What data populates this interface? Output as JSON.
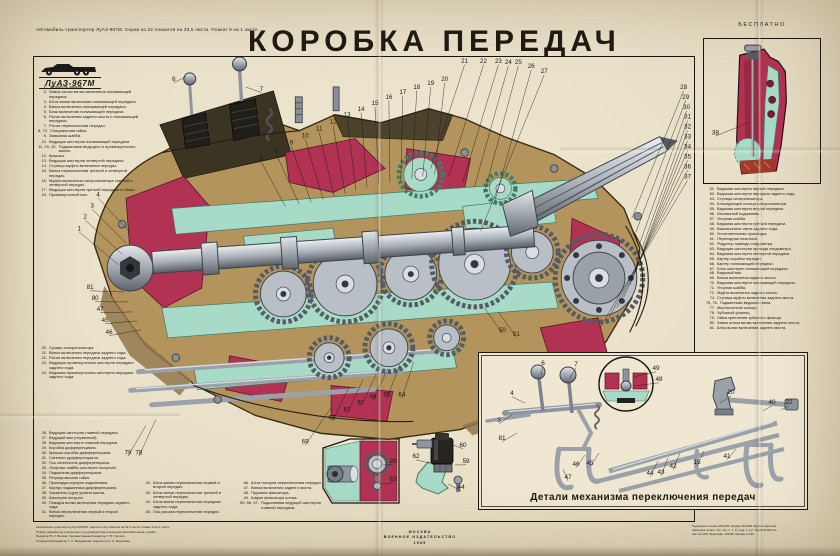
{
  "page": {
    "header_left": "Автомобиль-транспортер ЛуАЗ-967М. Серия из 22 плакатов на 33,5 листа. Плакат 9 на 1 листе.",
    "free_label": "БЕСПЛАТНО",
    "title": "КОРОБКА ПЕРЕДАЧ",
    "logo_label": "ЛуАЗ-967М"
  },
  "insets": {
    "detail_caption": "Детали механизма переключения передач"
  },
  "lists": {
    "left1": [
      {
        "n": "1.",
        "t": "Толкатель замков."
      },
      {
        "n": "2.",
        "t": "Замок штока вилки включения понижающей передачи."
      },
      {
        "n": "3.",
        "t": "Шток вилки включения понижающей передачи."
      },
      {
        "n": "4.",
        "t": "Вилка включения понижающей передачи."
      },
      {
        "n": "5.",
        "t": "Блок включения понижающей передачи."
      },
      {
        "n": "6.",
        "t": "Рычаг включения заднего моста и понижающей передачи."
      },
      {
        "n": "7.",
        "t": "Рычаг переключения передач."
      },
      {
        "n": "8, 73.",
        "t": "Специальная гайка."
      },
      {
        "n": "9.",
        "t": "Замковая шайба."
      },
      {
        "n": "10.",
        "t": "Ведущая шестерня понижающей передачи."
      },
      {
        "n": "11, 19, 25.",
        "t": "Подшипники ведущего и промежуточного валов."
      },
      {
        "n": "12.",
        "t": "Крышка."
      },
      {
        "n": "13.",
        "t": "Ведущая шестерня четвертой передачи."
      },
      {
        "n": "14.",
        "t": "Ступица муфты включения передач."
      },
      {
        "n": "15.",
        "t": "Вилка переключения третьей и четвертой передач."
      },
      {
        "n": "16.",
        "t": "Муфта включения синхронизатора третьей и четвертой передач."
      },
      {
        "n": "17.",
        "t": "Ведущая шестерня третьей передачи в сборе."
      },
      {
        "n": "18.",
        "t": "Промежуточный вал."
      }
    ],
    "left2": [
      {
        "n": "20.",
        "t": "Сухарь синхронизатора."
      },
      {
        "n": "21.",
        "t": "Вилка включения передачи заднего хода."
      },
      {
        "n": "22.",
        "t": "Рычаг включения передачи заднего хода."
      },
      {
        "n": "23.",
        "t": "Ведущая промежуточная шестерня передачи заднего хода."
      },
      {
        "n": "24.",
        "t": "Ведомая промежуточная шестерня передачи заднего хода."
      }
    ],
    "left3": [
      {
        "n": "26.",
        "t": "Ведущая шестерня главной передачи."
      },
      {
        "n": "27.",
        "t": "Ведущий вал (первичный)."
      },
      {
        "n": "28.",
        "t": "Ведомая шестерня главной передачи."
      },
      {
        "n": "29.",
        "t": "Коробка дифференциала."
      },
      {
        "n": "30.",
        "t": "Крышка коробки дифференциала."
      },
      {
        "n": "31.",
        "t": "Сателлит дифференциала."
      },
      {
        "n": "32.",
        "t": "Ось сателлитов дифференциала."
      },
      {
        "n": "33.",
        "t": "Опорные шайбы шестерен полуосей."
      },
      {
        "n": "34.",
        "t": "Подшипник дифференциала."
      },
      {
        "n": "35.",
        "t": "Регулировочная гайка."
      },
      {
        "n": "36.",
        "t": "Прокладка корпуса подшипника."
      },
      {
        "n": "37.",
        "t": "Корпус подшипника дифференциала."
      },
      {
        "n": "38.",
        "t": "Указатель (щуп) уровня масла."
      },
      {
        "n": "39.",
        "t": "Шестерня полуоси."
      },
      {
        "n": "40.",
        "t": "Поводок вилки включения передачи заднего хода."
      },
      {
        "n": "41.",
        "t": "Вилка переключения первой и второй передач."
      }
    ],
    "bottom_a": [
      {
        "n": "42.",
        "t": "Шток вилки переключения первой и второй передач."
      },
      {
        "n": "43.",
        "t": "Шток вилки переключения третьей и четвертой передач."
      },
      {
        "n": "44.",
        "t": "Шток вилки переключения передачи заднего хода."
      },
      {
        "n": "45.",
        "t": "Ось рычага переключения передач."
      }
    ],
    "bottom_b": [
      {
        "n": "46.",
        "t": "Шток ползуна переключения передач."
      },
      {
        "n": "47.",
        "t": "Вилка включения заднего моста."
      },
      {
        "n": "48.",
        "t": "Пружина фиксатора."
      },
      {
        "n": "49.",
        "t": "Шарик фиксатора штока."
      },
      {
        "n": "50, 56, 57.",
        "t": "Подшипники ведущей шестерни главной передачи."
      }
    ],
    "right": [
      {
        "n": "51.",
        "t": "Ведомая шестерня первой передачи."
      },
      {
        "n": "52.",
        "t": "Ведомая шестерня передачи заднего хода."
      },
      {
        "n": "53.",
        "t": "Ступица синхронизатора."
      },
      {
        "n": "54.",
        "t": "Блокирующее кольцо синхронизатора."
      },
      {
        "n": "55.",
        "t": "Ведомая шестерня второй передачи."
      },
      {
        "n": "56.",
        "t": "Игольчатый подшипник."
      },
      {
        "n": "57.",
        "t": "Упорная шайба."
      },
      {
        "n": "58.",
        "t": "Ведомая шестерня третьей передачи."
      },
      {
        "n": "59.",
        "t": "Выключатель света заднего хода."
      },
      {
        "n": "60.",
        "t": "Уплотнительная прокладка."
      },
      {
        "n": "61.",
        "t": "Переходная пластина."
      },
      {
        "n": "62.",
        "t": "Редуктор привода спидометра."
      },
      {
        "n": "63.",
        "t": "Ведущая шестерня привода спидометра."
      },
      {
        "n": "64.",
        "t": "Ведомая шестерня четвертой передачи."
      },
      {
        "n": "65.",
        "t": "Картер коробки передач."
      },
      {
        "n": "66.",
        "t": "Картер понижающей передачи."
      },
      {
        "n": "67.",
        "t": "Блок шестерен понижающей передачи."
      },
      {
        "n": "68.",
        "t": "Ведомый вал."
      },
      {
        "n": "69.",
        "t": "Вилка включения заднего моста."
      },
      {
        "n": "70.",
        "t": "Ведомая шестерня понижающей передачи."
      },
      {
        "n": "71.",
        "t": "Упорная шайба."
      },
      {
        "n": "72.",
        "t": "Муфта включения заднего моста."
      },
      {
        "n": "74.",
        "t": "Ступица муфты включения заднего моста."
      },
      {
        "n": "75, 76.",
        "t": "Подшипники ведомого вала."
      },
      {
        "n": "77.",
        "t": "Маслосгонное кольцо."
      },
      {
        "n": "78.",
        "t": "Зубчатый фланец."
      },
      {
        "n": "79.",
        "t": "Гайка крепления зубчатого фланца."
      },
      {
        "n": "80.",
        "t": "Замок штока вилки включения заднего моста."
      },
      {
        "n": "81.",
        "t": "Шток вилки включения заднего моста."
      }
    ]
  },
  "callouts": {
    "main": [
      [
        "5",
        228,
        104,
        252,
        150
      ],
      [
        "8",
        243,
        96,
        266,
        148
      ],
      [
        "9",
        258,
        88,
        278,
        146
      ],
      [
        "10",
        272,
        81,
        290,
        143
      ],
      [
        "11",
        286,
        74,
        301,
        140
      ],
      [
        "12",
        300,
        67,
        312,
        137
      ],
      [
        "13",
        314,
        60,
        323,
        134
      ],
      [
        "14",
        328,
        54,
        334,
        131
      ],
      [
        "15",
        342,
        48,
        346,
        128
      ],
      [
        "16",
        356,
        42,
        357,
        126
      ],
      [
        "17",
        370,
        37,
        368,
        124
      ],
      [
        "18",
        384,
        32,
        379,
        122
      ],
      [
        "19",
        398,
        28,
        390,
        120
      ],
      [
        "20",
        412,
        24,
        402,
        118
      ],
      [
        "6",
        140,
        24,
        152,
        20
      ],
      [
        "7",
        228,
        34,
        212,
        30
      ],
      [
        "21",
        432,
        6,
        398,
        112
      ],
      [
        "22",
        451,
        6,
        416,
        120
      ],
      [
        "23",
        466,
        6,
        430,
        126
      ],
      [
        "24",
        476,
        7,
        442,
        130
      ],
      [
        "25",
        486,
        7,
        452,
        136
      ],
      [
        "26",
        499,
        11,
        462,
        146
      ],
      [
        "27",
        512,
        16,
        448,
        175
      ],
      [
        "28",
        652,
        32,
        600,
        162
      ],
      [
        "29",
        654,
        42,
        604,
        176
      ],
      [
        "30",
        655,
        52,
        607,
        190
      ],
      [
        "31",
        656,
        62,
        606,
        204
      ],
      [
        "32",
        656,
        72,
        603,
        217
      ],
      [
        "33",
        656,
        82,
        598,
        229
      ],
      [
        "34",
        656,
        92,
        592,
        241
      ],
      [
        "35",
        656,
        102,
        585,
        252
      ],
      [
        "36",
        656,
        112,
        577,
        262
      ],
      [
        "37",
        656,
        122,
        568,
        272
      ],
      [
        "4",
        64,
        140,
        96,
        176
      ],
      [
        "3",
        58,
        151,
        92,
        187
      ],
      [
        "2",
        51,
        162,
        88,
        198
      ],
      [
        "1",
        45,
        174,
        85,
        209
      ],
      [
        "81",
        56,
        233,
        90,
        236
      ],
      [
        "80",
        61,
        244,
        94,
        246
      ],
      [
        "47",
        66,
        255,
        98,
        256
      ],
      [
        "45",
        71,
        266,
        103,
        265
      ],
      [
        "46",
        75,
        278,
        107,
        274
      ],
      [
        "69",
        272,
        388,
        298,
        352
      ],
      [
        "68",
        299,
        364,
        316,
        332
      ],
      [
        "62",
        314,
        356,
        330,
        324
      ],
      [
        "67",
        328,
        349,
        343,
        319
      ],
      [
        "66",
        340,
        343,
        355,
        313
      ],
      [
        "65",
        354,
        341,
        367,
        309
      ],
      [
        "64",
        369,
        341,
        381,
        306
      ],
      [
        "79",
        94,
        399,
        112,
        370
      ],
      [
        "78",
        105,
        399,
        122,
        364
      ],
      [
        "50",
        470,
        276,
        452,
        252
      ],
      [
        "51",
        484,
        280,
        466,
        256
      ]
    ],
    "detail": [
      [
        "6",
        64,
        12,
        62,
        22
      ],
      [
        "7",
        97,
        13,
        91,
        25
      ],
      [
        "49",
        177,
        17,
        154,
        24
      ],
      [
        "48",
        180,
        28,
        155,
        33
      ],
      [
        "20",
        252,
        41,
        241,
        50
      ],
      [
        "40",
        293,
        51,
        284,
        58
      ],
      [
        "22",
        310,
        51,
        302,
        57
      ],
      [
        "4",
        33,
        42,
        46,
        50
      ],
      [
        "3",
        20,
        69,
        33,
        62
      ],
      [
        "81",
        23,
        87,
        38,
        80
      ],
      [
        "47",
        89,
        126,
        84,
        116
      ],
      [
        "46",
        97,
        113,
        106,
        102
      ],
      [
        "45",
        111,
        112,
        120,
        100
      ],
      [
        "44",
        171,
        122,
        179,
        108
      ],
      [
        "43",
        182,
        121,
        189,
        105
      ],
      [
        "42",
        194,
        115,
        201,
        100
      ],
      [
        "15",
        218,
        111,
        225,
        98
      ],
      [
        "41",
        248,
        105,
        257,
        96
      ]
    ],
    "speedo": [
      [
        "28",
        73,
        27,
        63,
        29
      ],
      [
        "63",
        73,
        45,
        60,
        48
      ]
    ],
    "switch": [
      [
        "60",
        53,
        17,
        43,
        15
      ],
      [
        "62",
        6,
        28,
        19,
        33
      ],
      [
        "59",
        56,
        33,
        45,
        35
      ],
      [
        "44",
        51,
        59,
        38,
        54
      ]
    ],
    "dip": [
      [
        "38",
        10,
        94,
        44,
        82
      ]
    ]
  },
  "footer": {
    "left_lines": [
      "Автомобиль-транспортер ЛуАЗ-967М. Серия из 22 плакатов на 33,5 листа. Плакат 9 на 1 листе.",
      "Плакат разработан и выполнен под руководством инженеров автомобильной службы.",
      "Редактор В. И. Волков. Художественный редактор Г. В. Гречихо.",
      "Технический редактор Т. А. Бердникова. Корректор Н. Н. Морозова."
    ],
    "center_lines": [
      "МОСКВА",
      "ВОЕННОЕ ИЗДАТЕЛЬСТВО",
      "1985"
    ],
    "right_lines": [
      "Подписано в печать 05.03.85. Формат 60×90/8. Бумага офсетная.",
      "Офсетная печать. Усл. печ. л. 1. Уч.-изд. л. 1,2. Тираж 60 000 экз.",
      "Зак. № 1234. Воениздат, 103160, Москва, К-160."
    ]
  },
  "colors": {
    "paper": "#e9e0c8",
    "paper2": "#efe7d2",
    "ink": "#1d1912",
    "red": "#b23253",
    "teal": "#a7dbc8",
    "tan": "#b3945c",
    "tan_dark": "#93764a",
    "steel_m": "#9aa1a9"
  }
}
